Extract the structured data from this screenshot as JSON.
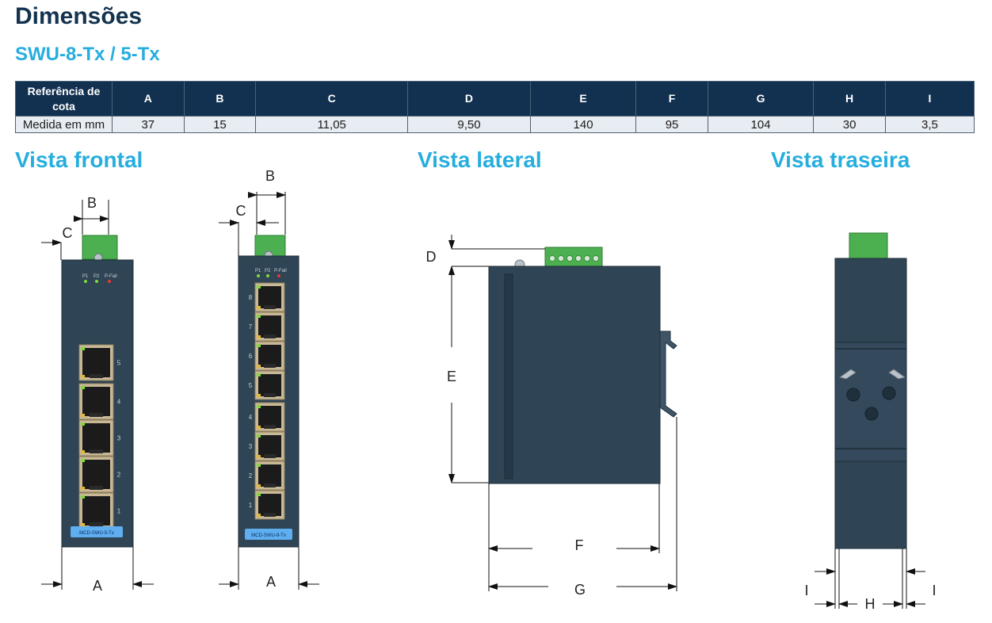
{
  "title": "Dimensões",
  "subtitle": "SWU-8-Tx / 5-Tx",
  "table": {
    "header": [
      "Referência de cota",
      "A",
      "B",
      "C",
      "D",
      "E",
      "F",
      "G",
      "H",
      "I"
    ],
    "row_label": "Medida em mm",
    "values": [
      "37",
      "15",
      "11,05",
      "9,50",
      "140",
      "95",
      "104",
      "30",
      "3,5"
    ]
  },
  "sections": {
    "front": "Vista frontal",
    "side": "Vista lateral",
    "rear": "Vista traseira"
  },
  "dimension_labels": {
    "a": "A",
    "b": "B",
    "c": "C",
    "d": "D",
    "e": "E",
    "f": "F",
    "g": "G",
    "h": "H",
    "i": "I"
  },
  "device": {
    "leds": [
      "P1",
      "P2",
      "P-Fail"
    ],
    "ports_5": [
      "5",
      "4",
      "3",
      "2",
      "1"
    ],
    "ports_8": [
      "8",
      "7",
      "6",
      "5",
      "4",
      "3",
      "2",
      "1"
    ],
    "label_5": "MCD-SWU-5-Tx",
    "label_8": "MCD-SWU-8-Tx"
  },
  "colors": {
    "heading": "#14334f",
    "accent": "#26aede",
    "table_header": "#123150",
    "table_row": "#e8edf3",
    "housing": "#2f4454",
    "terminal": "#4caf50",
    "port_frame": "#c8b896",
    "port_led_green": "#7ddc3a",
    "port_led_yellow": "#e5b733",
    "device_label": "#5eaef0"
  }
}
